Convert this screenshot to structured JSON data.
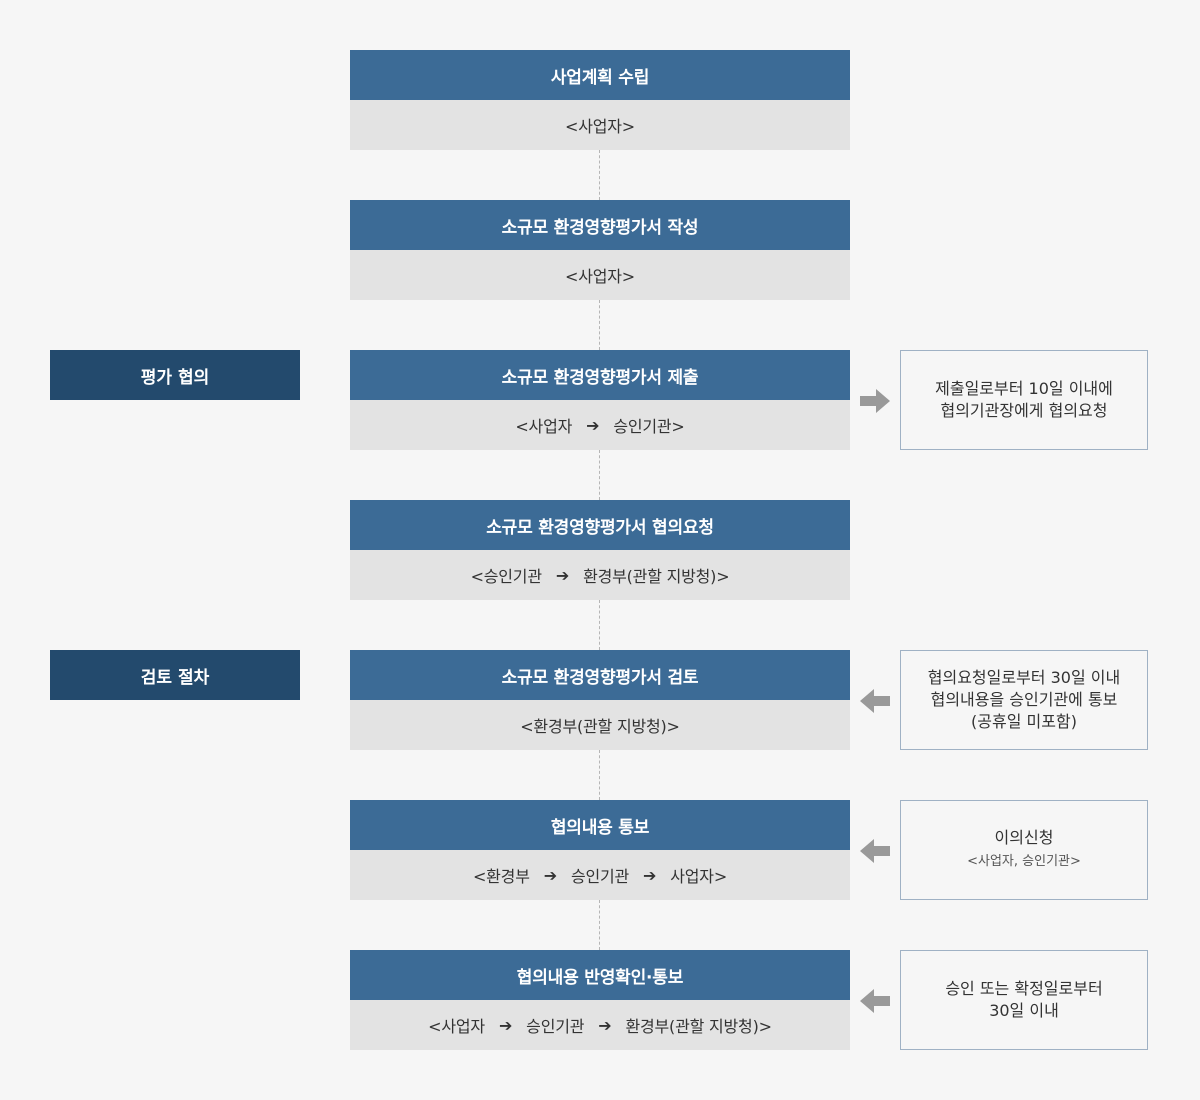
{
  "colors": {
    "step_title_bg": "#3c6b96",
    "step_sub_bg": "#e3e3e3",
    "phase_bg": "#234a6d",
    "note_border": "#9fb1c4",
    "arrow_gray": "#999999",
    "background": "#f6f6f6"
  },
  "steps": [
    {
      "title": "사업계획 수립",
      "sub": [
        "<사업자>"
      ]
    },
    {
      "title": "소규모 환경영향평가서 작성",
      "sub": [
        "<사업자>"
      ]
    },
    {
      "title": "소규모 환경영향평가서 제출",
      "sub": [
        "<사업자",
        "승인기관>"
      ]
    },
    {
      "title": "소규모 환경영향평가서 협의요청",
      "sub": [
        "<승인기관",
        "환경부(관할 지방청)>"
      ]
    },
    {
      "title": "소규모 환경영향평가서 검토",
      "sub": [
        "<환경부(관할 지방청)>"
      ]
    },
    {
      "title": "협의내용 통보",
      "sub": [
        "<환경부",
        "승인기관",
        "사업자>"
      ]
    },
    {
      "title": "협의내용 반영확인·통보",
      "sub": [
        "<사업자",
        "승인기관",
        "환경부(관할 지방청)>"
      ]
    }
  ],
  "phases": [
    {
      "label": "평가 협의",
      "step": 2
    },
    {
      "label": "검토 절차",
      "step": 4
    }
  ],
  "notes": [
    {
      "step": 2,
      "direction": "right",
      "lines": [
        "제출일로부터 10일 이내에",
        "협의기관장에게 협의요청"
      ],
      "small": ""
    },
    {
      "step": 4,
      "direction": "left",
      "lines": [
        "협의요청일로부터 30일 이내",
        "협의내용을 승인기관에 통보",
        "(공휴일 미포함)"
      ],
      "small": ""
    },
    {
      "step": 5,
      "direction": "left",
      "lines": [
        "이의신청"
      ],
      "small": "<사업자, 승인기관>"
    },
    {
      "step": 6,
      "direction": "left",
      "lines": [
        "승인 또는 확정일로부터",
        "30일 이내"
      ],
      "small": ""
    }
  ],
  "flow_arrow": "➔"
}
